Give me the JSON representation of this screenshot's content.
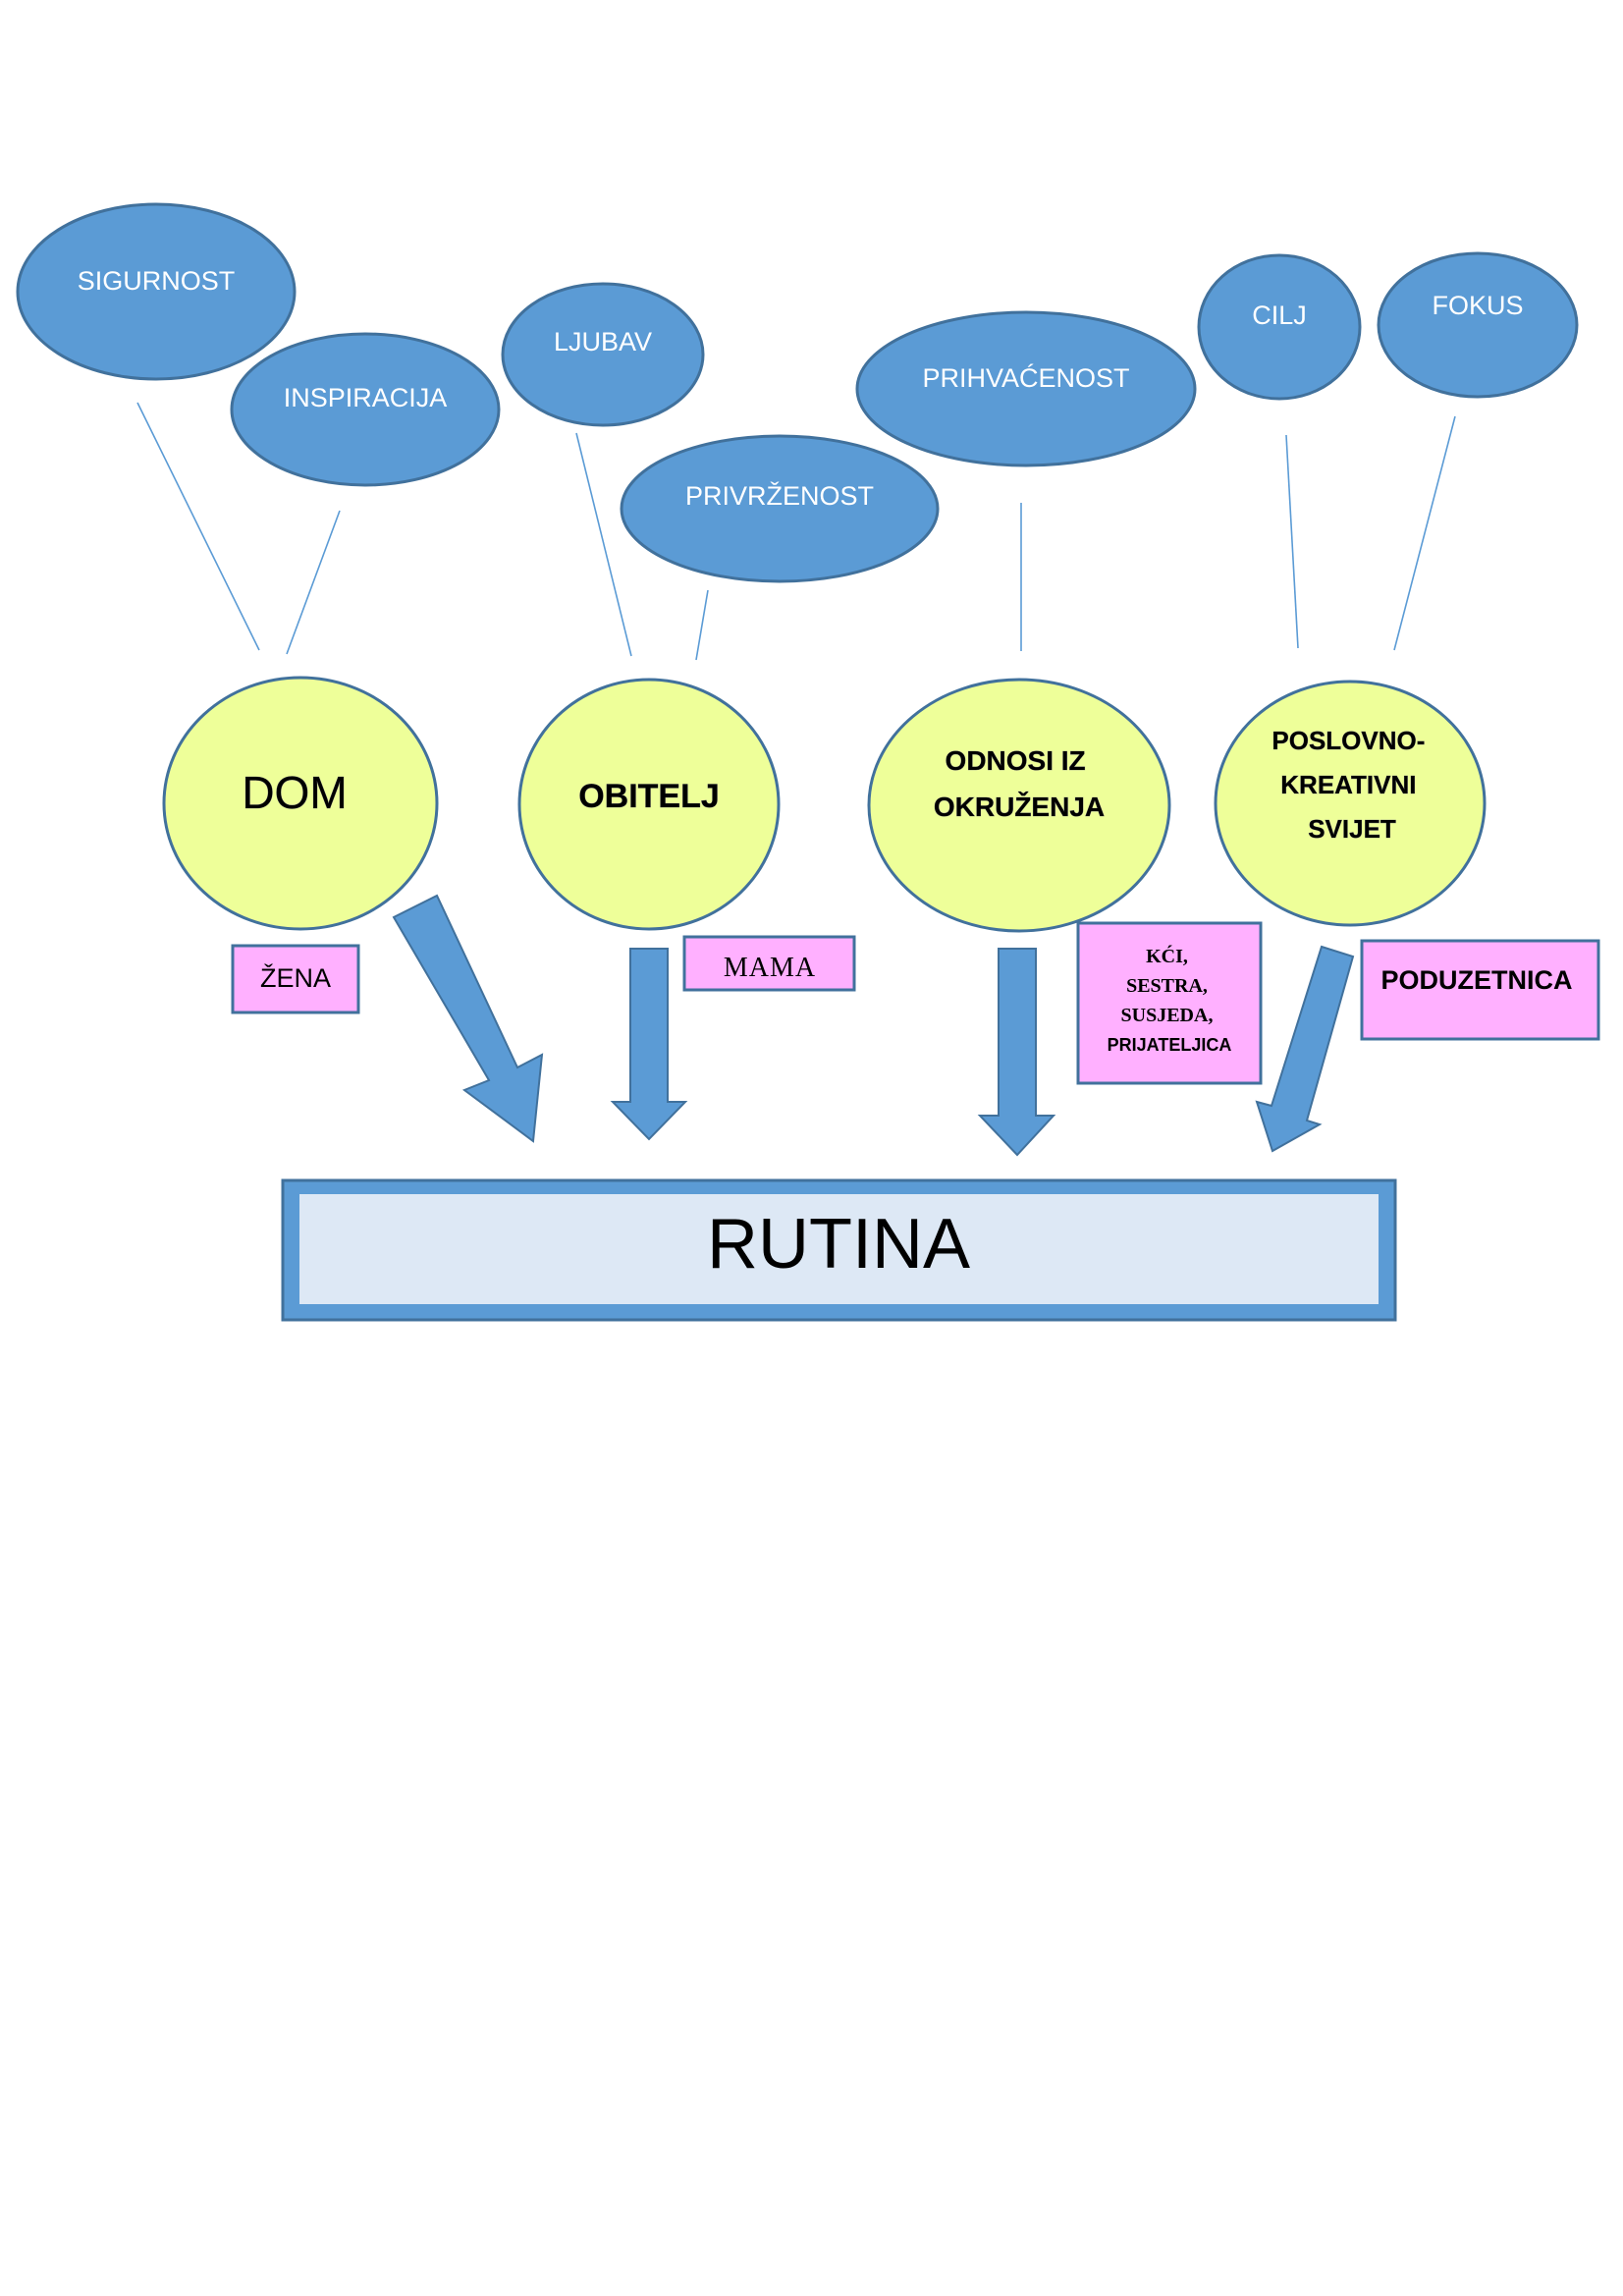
{
  "ovals": [
    {
      "label": "SIGURNOST"
    },
    {
      "label": "INSPIRACIJA"
    },
    {
      "label": "LJUBAV"
    },
    {
      "label": "PRIVRŽENOST"
    },
    {
      "label": "PRIHVAĆENOST"
    },
    {
      "label": "CILJ"
    },
    {
      "label": "FOKUS"
    }
  ],
  "circles": [
    {
      "lines": [
        "DOM"
      ]
    },
    {
      "lines": [
        "OBITELJ"
      ]
    },
    {
      "lines": [
        "ODNOSI IZ",
        "OKRUŽENJA"
      ]
    },
    {
      "lines": [
        "POSLOVNO-",
        "KREATIVNI",
        "SVIJET"
      ]
    }
  ],
  "roles": [
    {
      "lines": [
        "ŽENA"
      ]
    },
    {
      "lines": [
        "MAMA"
      ]
    },
    {
      "lines": [
        "KĆI,",
        "SESTRA,",
        "SUSJEDA,",
        "PRIJATELJICA"
      ]
    },
    {
      "lines": [
        "PODUZETNICA"
      ]
    }
  ],
  "target": {
    "label": "RUTINA"
  },
  "colors": {
    "oval": "#5b9bd5",
    "circle": "#eeff99",
    "role": "#ffb0ff",
    "target_inner": "#dde8f5"
  }
}
